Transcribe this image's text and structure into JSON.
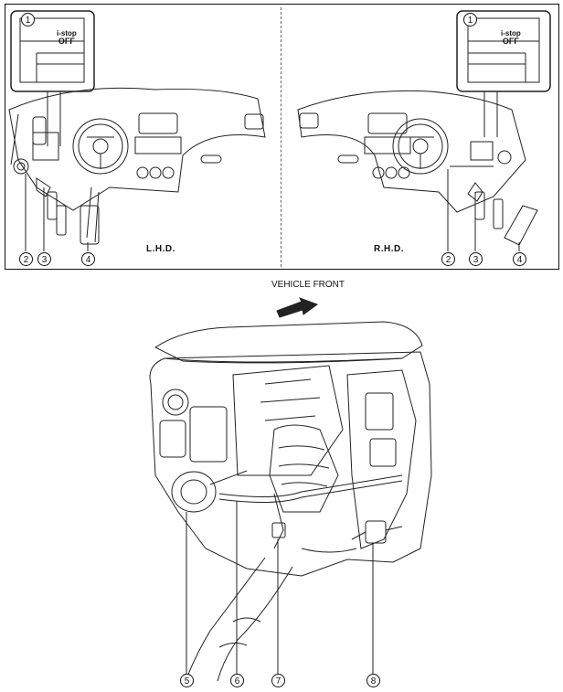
{
  "top": {
    "left_label": "L.H.D.",
    "right_label": "R.H.D.",
    "switch_text_line1": "i-stop",
    "switch_text_line2": "OFF"
  },
  "vehicle_front": "VEHICLE FRONT",
  "callouts": {
    "lhd": [
      "1",
      "2",
      "3",
      "4"
    ],
    "rhd": [
      "1",
      "2",
      "3",
      "4"
    ],
    "engine": [
      "5",
      "6",
      "7",
      "8"
    ]
  }
}
